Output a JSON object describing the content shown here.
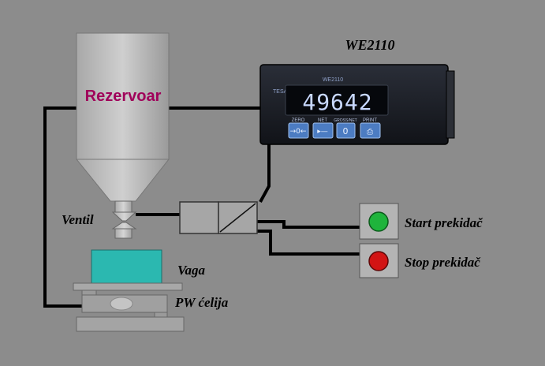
{
  "diagram": {
    "device_title": "WE2110",
    "display_value": "49642",
    "device_brand": "TESA",
    "device_model_small": "WE2110",
    "device_buttons": [
      {
        "top": "ZERO",
        "symbol": "→0←"
      },
      {
        "top": "NET",
        "symbol": "▸—"
      },
      {
        "top": "GROSS/NET",
        "symbol": "0"
      },
      {
        "top": "PRINT",
        "symbol": "⎙"
      }
    ],
    "hopper_label": "Rezervoar",
    "valve_label": "Ventil",
    "scale_label": "Vaga",
    "cell_label": "PW ćelija",
    "start_label": "Start prekidač",
    "stop_label": "Stop prekidač"
  },
  "colors": {
    "background": "#8c8c8c",
    "hopper_label": "#a0005a",
    "start_button": "#1fb43c",
    "stop_button": "#d21414",
    "display_text": "#c8d8ff",
    "device_body": "#1a1d24",
    "device_key": "#4c7cc2",
    "scale_pan": "#2bb8b0"
  }
}
